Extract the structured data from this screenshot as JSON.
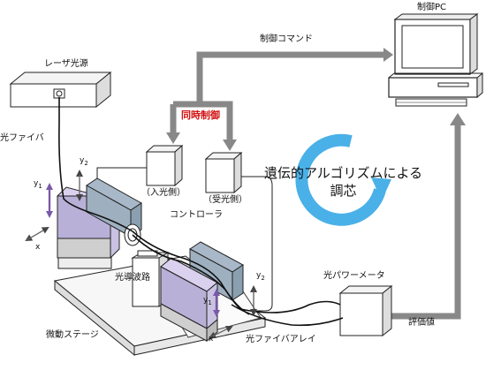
{
  "labels": {
    "laser_source": "レーザ光源",
    "control_pc": "制御PC",
    "control_command": "制御コマンド",
    "simultaneous_control": "同時制御",
    "optical_fiber": "光ファイバ",
    "input_side": "（入光側）",
    "output_side": "（受光側）",
    "controller": "コントローラ",
    "ga_alignment_line1": "遺伝的アルゴリズムによる",
    "ga_alignment_line2": "調芯",
    "waveguide": "光導波路",
    "power_meter": "光パワーメータ",
    "evaluation_value": "評価値",
    "micro_stage": "微動ステージ",
    "fiber_array": "光ファイバアレイ"
  },
  "axes": {
    "y1": "y",
    "y1_sub": "1",
    "y2": "y",
    "y2_sub": "2",
    "x": "x"
  },
  "colors": {
    "arrow_gray": "#888888",
    "cycle_blue": "#4ab0e8",
    "red_text": "#d01010",
    "stage_purple": "#b9b0d8",
    "stage_blue_gray": "#8aa0b0",
    "axis_arrow_purple": "#7a5aa8"
  }
}
